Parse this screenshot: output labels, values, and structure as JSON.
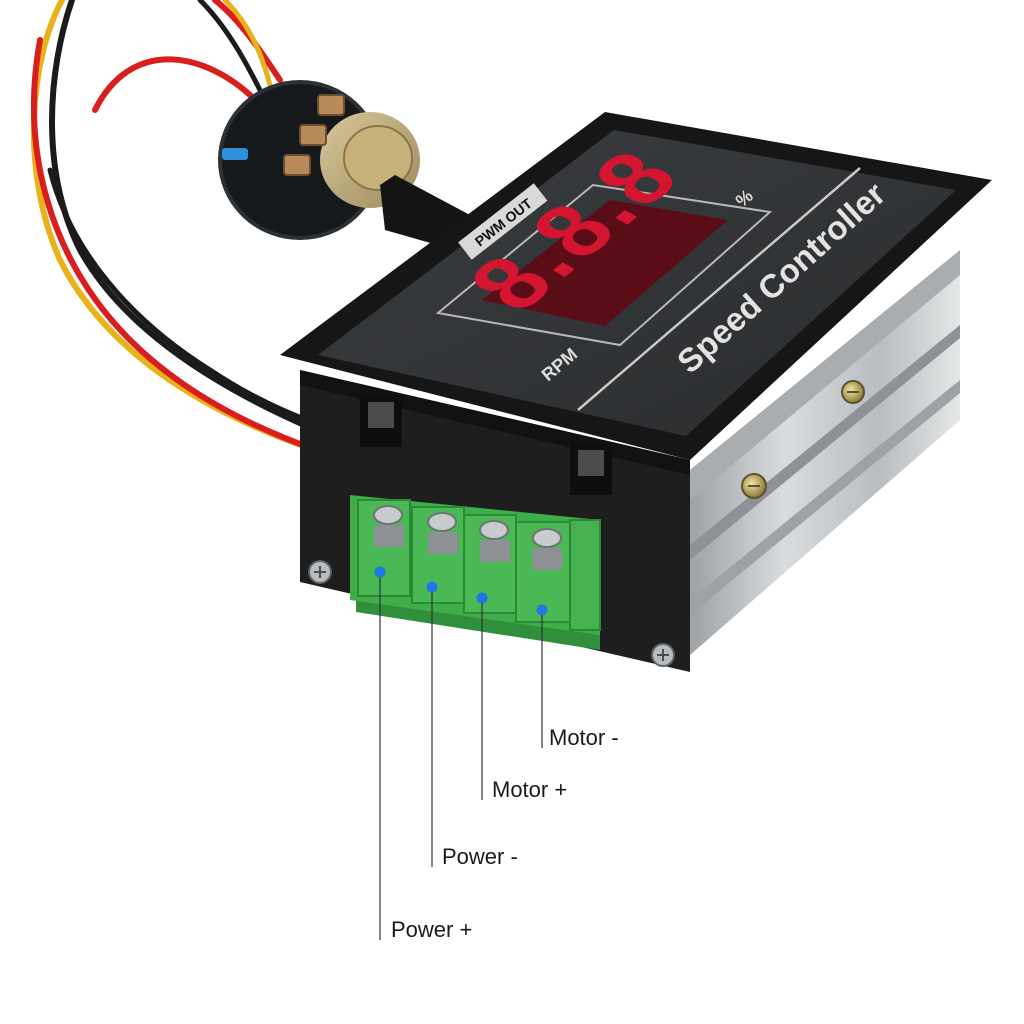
{
  "panel": {
    "title": "Speed Controller",
    "badge": "PWM OUT",
    "digits": "8.8.8",
    "percent_symbol": "%",
    "rpm_label": "RPM"
  },
  "terminals": [
    {
      "label": "Power +"
    },
    {
      "label": "Power -"
    },
    {
      "label": "Motor +"
    },
    {
      "label": "Motor -"
    }
  ],
  "colors": {
    "terminal_block": "#3fae4a",
    "marker": "#1f77e6",
    "display_red": "#c8102e",
    "wire_red": "#d91e1e",
    "wire_yellow": "#e9b21a",
    "wire_black": "#1b1b1b",
    "housing": "#1e1e1e",
    "heatsink": "#c9ccce"
  }
}
